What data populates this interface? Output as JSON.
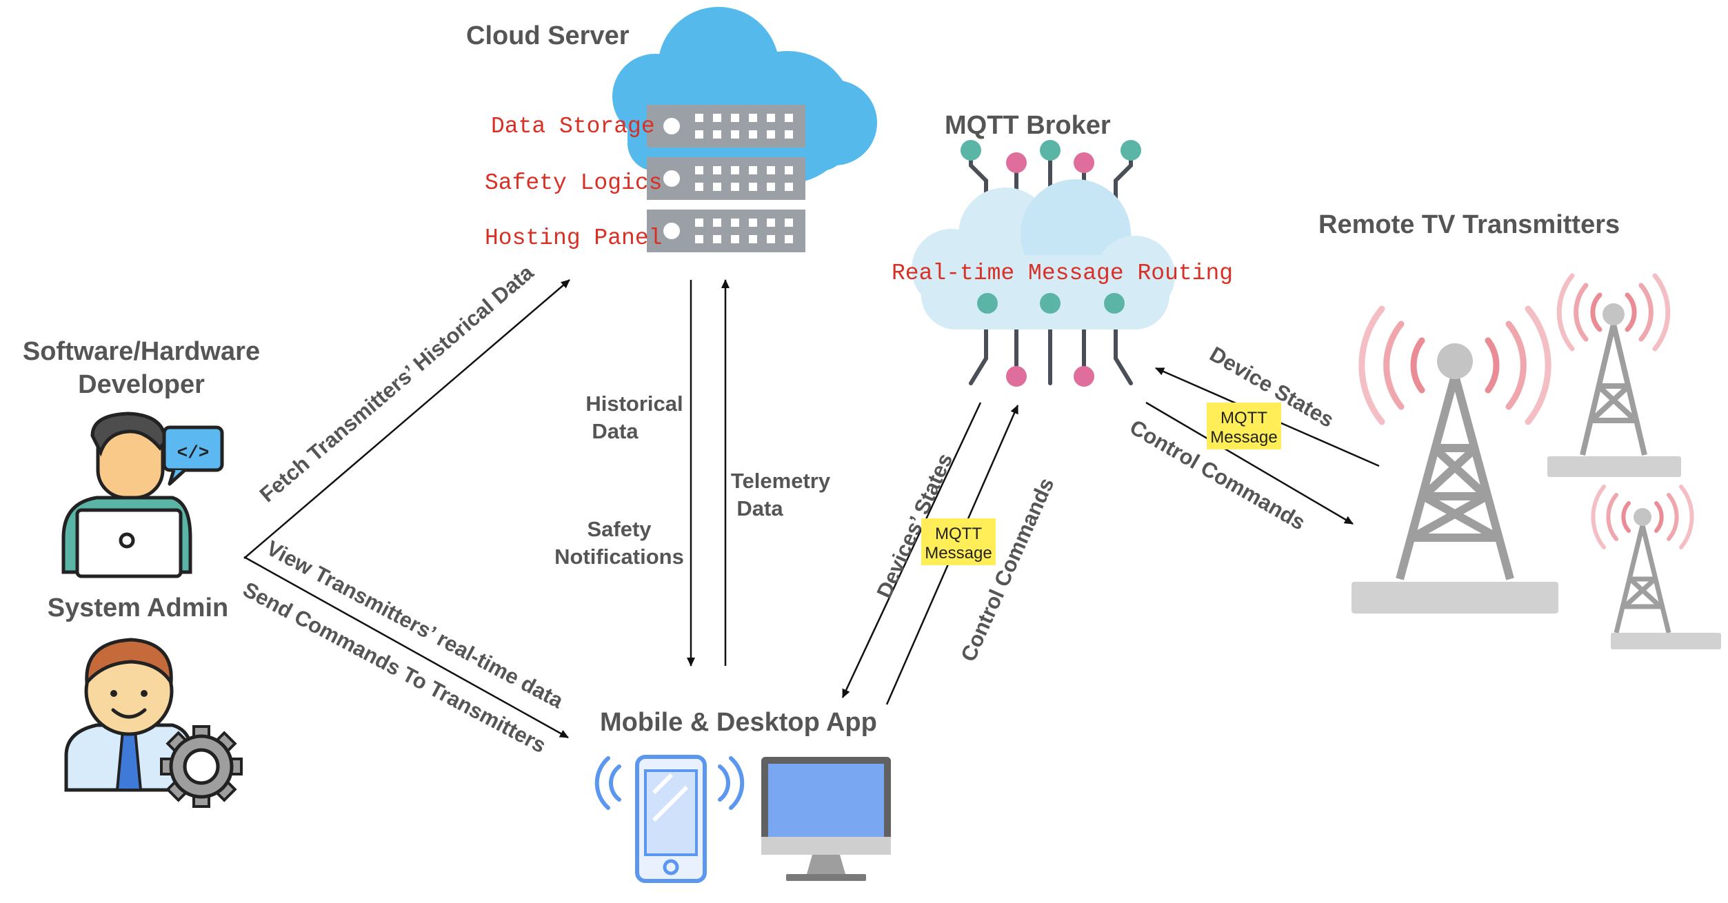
{
  "titles": {
    "cloud_server": "Cloud Server",
    "mqtt_broker": "MQTT Broker",
    "remote_tv": "Remote TV Transmitters",
    "developer_line1": "Software/Hardware",
    "developer_line2": "Developer",
    "system_admin": "System Admin",
    "app": "Mobile & Desktop App"
  },
  "cloud_components": [
    "Data Storage",
    "Safety Logics",
    "Hosting Panel"
  ],
  "broker_label": "Real-time Message Routing",
  "edges": {
    "fetch_historical": "Fetch Transmitters’ Historical Data",
    "view_realtime": "View Transmitters’ real-time data",
    "send_commands": "Send Commands To Transmitters",
    "historical_line1": "Historical",
    "historical_line2": "Data",
    "safety_line1": "Safety",
    "safety_line2": "Notifications",
    "telemetry_line1": "Telemetry",
    "telemetry_line2": "Data",
    "devices_states": "Devices’ States",
    "control_commands_app": "Control Commands",
    "device_states_tx": "Device States",
    "control_commands_tx": "Control Commands"
  },
  "badges": [
    {
      "line1": "MQTT",
      "line2": "Message"
    },
    {
      "line1": "MQTT",
      "line2": "Message"
    }
  ],
  "colors": {
    "cloud": "#55b9ec",
    "server": "#9aa0a6",
    "code_text": "#d93025",
    "teal_node": "#5bb5a6",
    "pink_node": "#e06e9c",
    "badge": "#ffee58",
    "tower_waves": "#e8808a",
    "tower_metal": "#9e9e9e"
  },
  "icons": [
    "cloud-icon",
    "server-rack-icon",
    "broker-cloud-icon",
    "developer-avatar-icon",
    "admin-avatar-icon",
    "gear-icon",
    "smartphone-icon",
    "desktop-monitor-icon",
    "tv-tower-icon"
  ]
}
